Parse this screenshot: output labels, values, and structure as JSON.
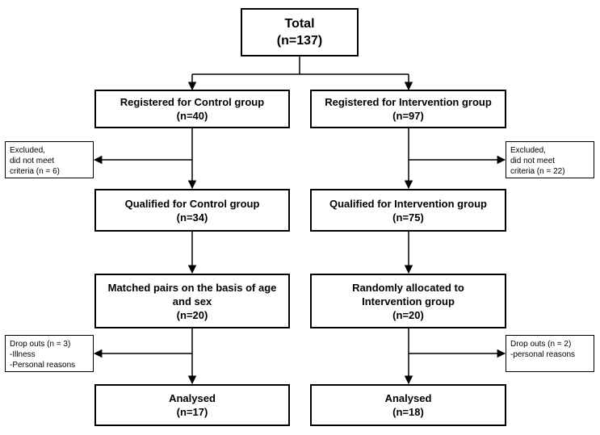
{
  "total": {
    "title": "Total",
    "count": "(n=137)"
  },
  "control": {
    "registered": {
      "title": "Registered for Control group",
      "count": "(n=40)"
    },
    "excluded": [
      "Excluded,",
      "did not meet",
      "criteria (n = 6)"
    ],
    "qualified": {
      "title": "Qualified for Control group",
      "count": "(n=34)"
    },
    "matched": {
      "line1": "Matched pairs on the basis of age",
      "line2": "and sex",
      "count": "(n=20)"
    },
    "dropouts": [
      "Drop outs (n = 3)",
      "-Illness",
      "-Personal reasons"
    ],
    "analysed": {
      "title": "Analysed",
      "count": "(n=17)"
    }
  },
  "intervention": {
    "registered": {
      "title": "Registered for Intervention group",
      "count": "(n=97)"
    },
    "excluded": [
      "Excluded,",
      "did not meet",
      "criteria (n = 22)"
    ],
    "qualified": {
      "title": "Qualified for Intervention group",
      "count": "(n=75)"
    },
    "allocated": {
      "line1": "Randomly allocated to",
      "line2": "Intervention group",
      "count": "(n=20)"
    },
    "dropouts": [
      "Drop outs (n = 2)",
      "-personal reasons"
    ],
    "analysed": {
      "title": "Analysed",
      "count": "(n=18)"
    }
  }
}
